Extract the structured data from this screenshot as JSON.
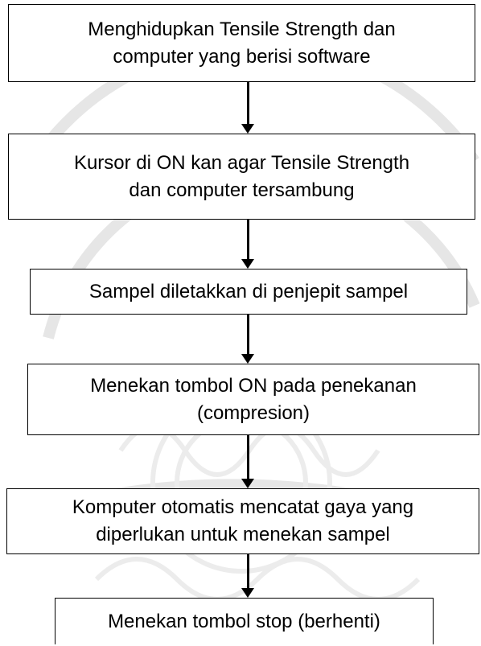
{
  "flowchart": {
    "steps": [
      {
        "line1": "Menghidupkan Tensile Strength dan",
        "line2": "computer yang berisi software"
      },
      {
        "line1": "Kursor di ON kan agar Tensile Strength",
        "line2": "dan computer tersambung"
      },
      {
        "line1": "Sampel diletakkan di penjepit sampel",
        "line2": ""
      },
      {
        "line1": "Menekan tombol ON pada penekanan",
        "line2": "(compresion)"
      },
      {
        "line1": "Komputer otomatis mencatat gaya yang",
        "line2": "diperlukan untuk menekan sampel"
      },
      {
        "line1": "Menekan tombol stop (berhenti)",
        "line2": ""
      }
    ]
  },
  "watermark": {
    "color": "#e6e6e6",
    "description_icon": "university-seal-watermark"
  }
}
